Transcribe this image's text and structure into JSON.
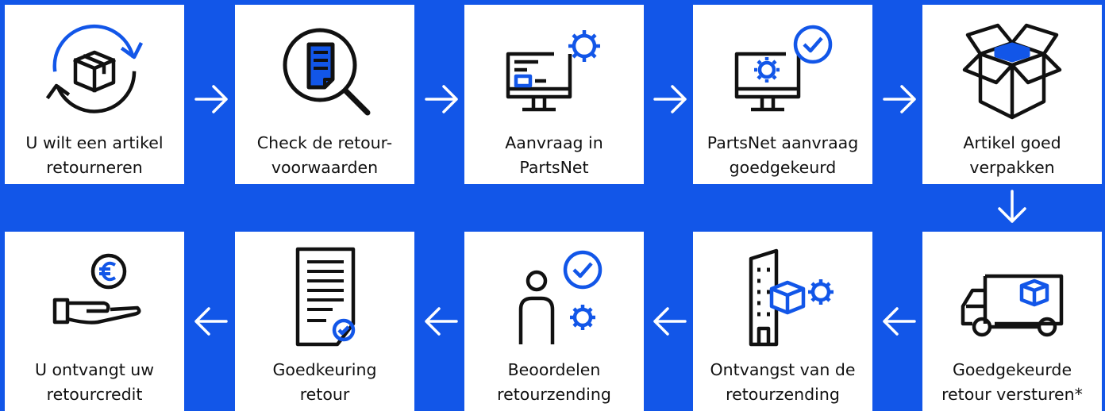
{
  "colors": {
    "background": "#1256e8",
    "card": "#ffffff",
    "ink": "#111111",
    "accent": "#1256e8"
  },
  "steps": [
    {
      "icon": "return-box-cycle-icon",
      "line1": "U wilt een artikel",
      "line2": "retourneren"
    },
    {
      "icon": "document-magnifier-icon",
      "line1": "Check de retour-",
      "line2": "voorwaarden"
    },
    {
      "icon": "computer-gear-icon",
      "line1": "Aanvraag in",
      "line2": "PartsNet"
    },
    {
      "icon": "computer-approved-icon",
      "line1": "PartsNet aanvraag",
      "line2": "goedgekeurd"
    },
    {
      "icon": "open-box-icon",
      "line1": "Artikel goed",
      "line2": "verpakken"
    },
    {
      "icon": "delivery-truck-icon",
      "line1": "Goedgekeurde",
      "line2": "retour versturen*"
    },
    {
      "icon": "warehouse-box-gear-icon",
      "line1": "Ontvangst van de",
      "line2": "retourzending"
    },
    {
      "icon": "person-check-gear-icon",
      "line1": "Beoordelen",
      "line2": "retourzending"
    },
    {
      "icon": "document-approved-icon",
      "line1": "Goedkeuring",
      "line2": "retour"
    },
    {
      "icon": "hand-euro-coin-icon",
      "line1": "U ontvangt uw",
      "line2": "retourcredit"
    }
  ]
}
